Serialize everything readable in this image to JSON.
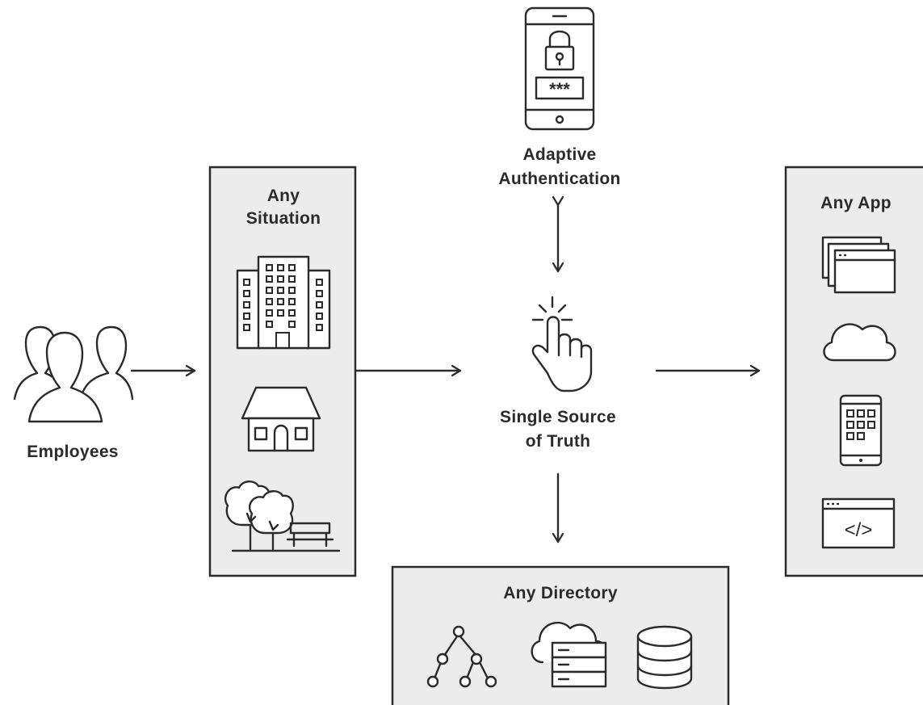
{
  "nodes": {
    "employees": {
      "label": "Employees"
    },
    "situation": {
      "label_line1": "Any",
      "label_line2": "Situation"
    },
    "auth": {
      "label_line1": "Adaptive",
      "label_line2": "Authentication",
      "pin_mask": "***"
    },
    "truth": {
      "label_line1": "Single Source",
      "label_line2": "of Truth"
    },
    "app": {
      "label": "Any App",
      "code_glyph": "</>"
    },
    "directory": {
      "label": "Any Directory"
    }
  },
  "colors": {
    "stroke": "#2b2b2b",
    "panel": "#ececec",
    "background": "#ffffff"
  },
  "icons": [
    "users-icon",
    "office-building-icon",
    "house-icon",
    "park-icon",
    "smartphone-lock-icon",
    "tap-finger-icon",
    "browser-windows-icon",
    "cloud-icon",
    "tablet-apps-icon",
    "code-window-icon",
    "hierarchy-tree-icon",
    "cloud-server-icon",
    "database-icon"
  ]
}
